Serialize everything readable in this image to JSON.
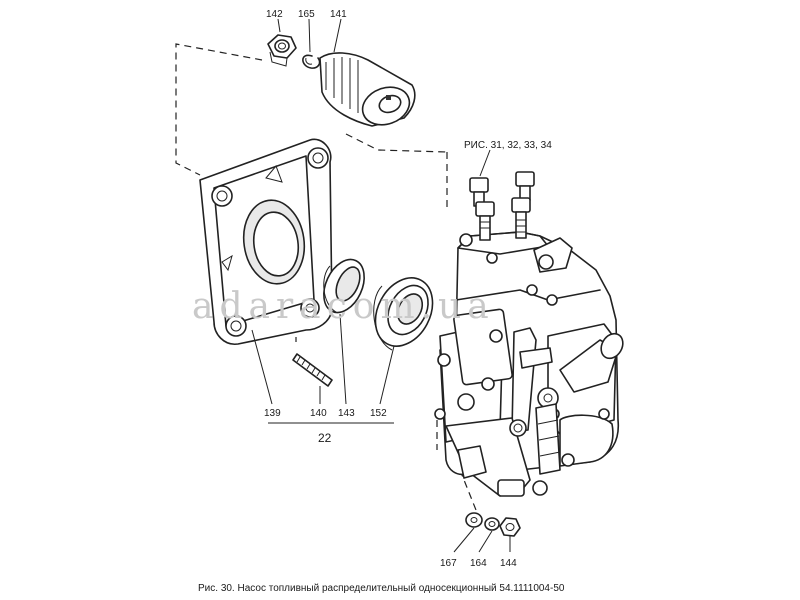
{
  "figure": {
    "reference_label": "РИС. 31, 32, 33, 34",
    "caption": "Рис. 30. Насос топливный распределительный односекционный 54.1111004-50",
    "watermark": "adaracom.ua",
    "part_labels": {
      "p142": "142",
      "p165": "165",
      "p141": "141",
      "p139": "139",
      "p140": "140",
      "p143": "143",
      "p152": "152",
      "p22": "22",
      "p167": "167",
      "p164": "164",
      "p144": "144"
    }
  }
}
